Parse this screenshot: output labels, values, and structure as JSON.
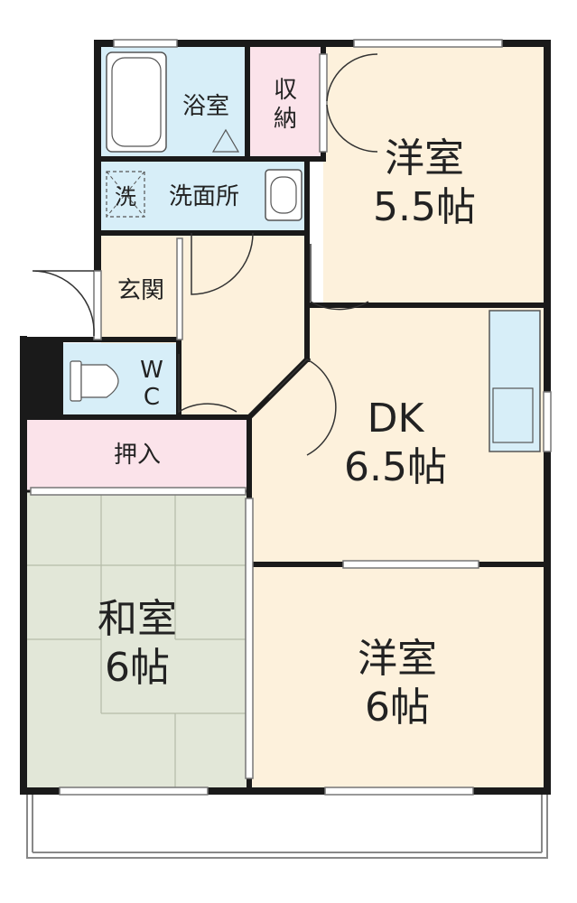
{
  "colors": {
    "wall": "#1a1a1a",
    "western_room_floor": "#fdf1dc",
    "dk_floor": "#fdf1dc",
    "entrance_floor": "#fdf1dc",
    "water_area": "#d7eef8",
    "closet": "#fbe3ea",
    "tatami": "#e2e7d8",
    "tatami_line": "#b5bba8",
    "window_frame": "#777777",
    "balcony_line": "#888888"
  },
  "rooms": {
    "western_1": {
      "name": "洋室",
      "size": "5.5帖"
    },
    "dk": {
      "name": "DK",
      "size": "6.5帖"
    },
    "western_2": {
      "name": "洋室",
      "size": "6帖"
    },
    "japanese": {
      "name": "和室",
      "size": "6帖"
    },
    "bath": {
      "name": "浴室"
    },
    "closet_top": {
      "name_line1": "収",
      "name_line2": "納"
    },
    "washroom": {
      "name": "洗面所",
      "washer_mark": "洗"
    },
    "entrance": {
      "name": "玄関"
    },
    "wc": {
      "line1": "W",
      "line2": "C"
    },
    "oshiire": {
      "name": "押入"
    }
  },
  "icons": {
    "bathtub": "bathtub-icon",
    "sink": "sink-icon",
    "toilet": "toilet-icon",
    "kitchen": "kitchen-counter-icon",
    "washer": "washing-machine-icon"
  }
}
